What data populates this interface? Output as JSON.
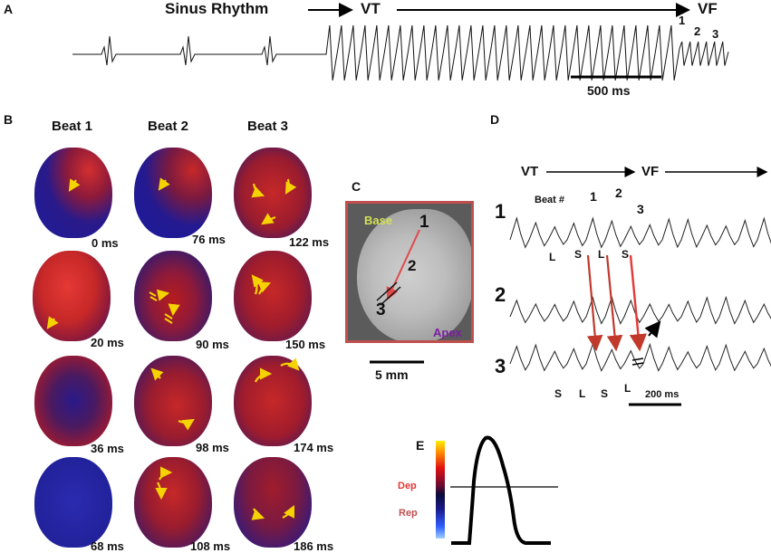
{
  "panel_a": {
    "letter": "A",
    "sinus_label": "Sinus Rhythm",
    "vt_label": "VT",
    "vf_label": "VF",
    "site_labels": [
      "1",
      "2",
      "3"
    ],
    "scalebar_label": "500 ms"
  },
  "panel_b": {
    "letter": "B",
    "beat_headers": [
      "Beat 1",
      "Beat 2",
      "Beat 3"
    ],
    "times": [
      [
        "0 ms",
        "76 ms",
        "122 ms"
      ],
      [
        "20 ms",
        "90 ms",
        "150 ms"
      ],
      [
        "36 ms",
        "98 ms",
        "174 ms"
      ],
      [
        "68 ms",
        "108 ms",
        "186 ms"
      ]
    ]
  },
  "panel_c": {
    "letter": "C",
    "base_label": "Base",
    "apex_label": "Apex",
    "site_labels": [
      "1",
      "2",
      "3"
    ],
    "scalebar_label": "5 mm",
    "colors": {
      "frame": "#c0504d",
      "base": "#d4e157",
      "apex": "#7b1fa2",
      "arrow": "#e04a4a"
    }
  },
  "panel_d": {
    "letter": "D",
    "vt_label": "VT",
    "vf_label": "VF",
    "row_labels": [
      "1",
      "2",
      "3"
    ],
    "beat_label": "Beat #",
    "beat_numbers": [
      "1",
      "2",
      "3"
    ],
    "row1_marks": [
      "L",
      "S",
      "L",
      "S"
    ],
    "row3_marks": [
      "S",
      "L",
      "S",
      "L"
    ],
    "scalebar_label": "200 ms"
  },
  "panel_e": {
    "letter": "E",
    "dep_label": "Dep",
    "rep_label": "Rep",
    "colors": {
      "dep": "#e53935",
      "rep": "#c0504d"
    }
  }
}
